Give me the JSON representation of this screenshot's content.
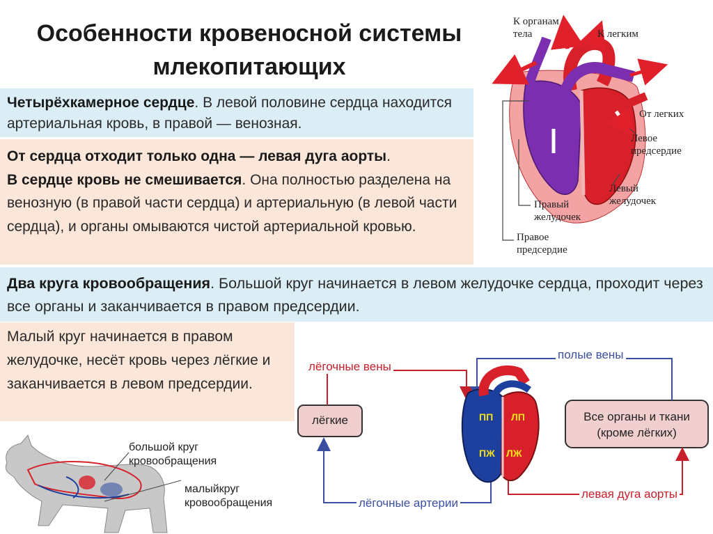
{
  "title": {
    "line1": "Особенности кровеносной системы",
    "line2": "млекопитающих"
  },
  "block1": {
    "bold": "Четырёхкамерное сердце",
    "text": ". В левой половине сердца находится артериальная кровь, в правой — венозная."
  },
  "block2": {
    "bold1": "От сердца отходит только одна — левая дуга аорты",
    "text1": ".",
    "bold2": "В сердце кровь не смешивается",
    "text2": ". Она полностью разделена на венозную (в правой части сердца) и артериальную (в левой части сердца), и органы омываются чистой артериальной кровью."
  },
  "block3": {
    "bold": "Два круга кровообращения",
    "text": ".  Большой круг начинается в левом желудочке сердца, проходит через все органы и заканчивается в правом предсердии."
  },
  "block4": {
    "text": "Малый круг начинается в правом желудочке, несёт кровь через лёгкие и заканчивается в левом предсердии."
  },
  "heart_labels": {
    "to_organs_1": "К органам",
    "to_organs_2": "тела",
    "to_lungs": "К легким",
    "from_lungs": "От легких",
    "left_atrium_1": "Левое",
    "left_atrium_2": "предсердие",
    "left_ventricle_1": "Левый",
    "left_ventricle_2": "желудочек",
    "right_ventricle_1": "Правый",
    "right_ventricle_2": "желудочек",
    "right_atrium_1": "Правое",
    "right_atrium_2": "предсердие"
  },
  "animal_labels": {
    "big_circle_1": "большой круг",
    "big_circle_2": "кровообращения",
    "small_circle_1": "малыйкруг",
    "small_circle_2": "кровообращения"
  },
  "scheme": {
    "pulmonary_veins": "лёгочные вены",
    "vena_cava": "полые вены",
    "lungs": "лёгкие",
    "organs_1": "Все органы и ткани",
    "organs_2": "(кроме лёгких)",
    "pulmonary_arteries": "лёгочные артерии",
    "aorta": "левая дуга аорты",
    "ra": "ПП",
    "la": "ЛП",
    "rv": "ПЖ",
    "lv": "ЛЖ"
  },
  "colors": {
    "arterial": "#d8202a",
    "venous": "#1d3f9e",
    "venous_purple": "#7b2fb0",
    "blue_box": "#dbeef5",
    "peach_box": "#fbe6da"
  }
}
